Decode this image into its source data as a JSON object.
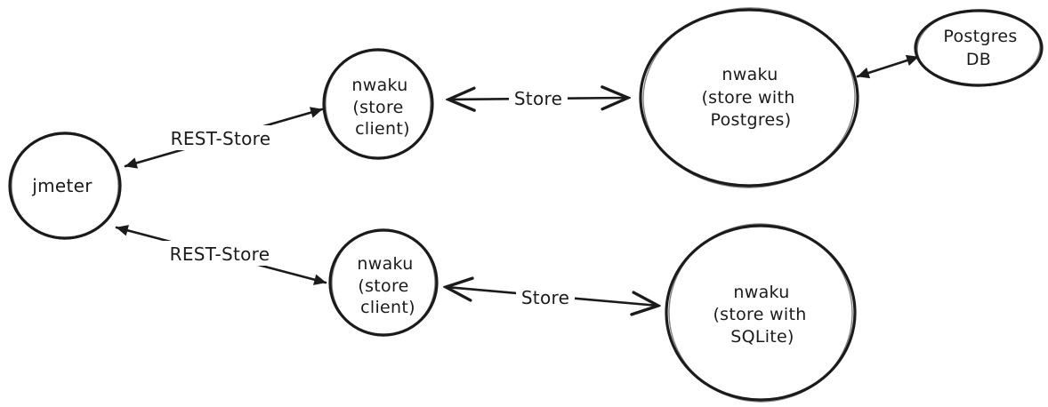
{
  "canvas": {
    "background": "#ffffff",
    "ink": "#1b1b1b"
  },
  "nodes": {
    "jmeter": {
      "lines": [
        "jmeter"
      ]
    },
    "store_client_top": {
      "lines": [
        "nwaku",
        "(store",
        "client)"
      ]
    },
    "store_client_bottom": {
      "lines": [
        "nwaku",
        "(store",
        "client)"
      ]
    },
    "store_postgres": {
      "lines": [
        "nwaku",
        "(store with",
        "Postgres)"
      ]
    },
    "store_sqlite": {
      "lines": [
        "nwaku",
        "(store with",
        "SQLite)"
      ]
    },
    "postgres_db": {
      "lines": [
        "Postgres",
        "DB"
      ]
    }
  },
  "edges": {
    "rest_store_top": {
      "label": "REST-Store",
      "style": "double-arrow-filled",
      "from": "jmeter",
      "to": "store_client_top"
    },
    "rest_store_bottom": {
      "label": "REST-Store",
      "style": "double-arrow-filled",
      "from": "jmeter",
      "to": "store_client_bottom"
    },
    "store_top": {
      "label": "Store",
      "style": "double-arrow-open",
      "from": "store_client_top",
      "to": "store_postgres"
    },
    "store_bottom": {
      "label": "Store",
      "style": "double-arrow-open",
      "from": "store_client_bottom",
      "to": "store_sqlite"
    },
    "postgres_db_link": {
      "label": "",
      "style": "double-arrow-filled",
      "from": "store_postgres",
      "to": "postgres_db"
    }
  }
}
